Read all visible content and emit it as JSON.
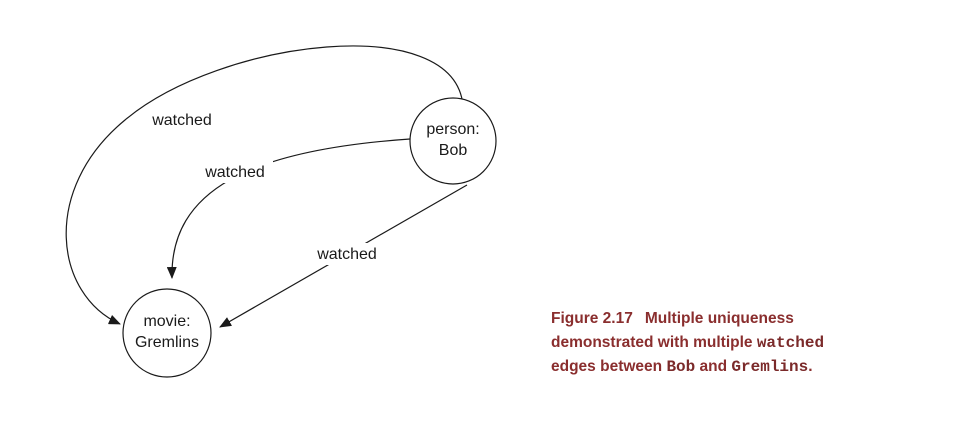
{
  "nodes": {
    "person": {
      "line1": "person:",
      "line2": "Bob"
    },
    "movie": {
      "line1": "movie:",
      "line2": "Gremlins"
    }
  },
  "edges": [
    {
      "from": "person",
      "to": "movie",
      "label": "watched"
    },
    {
      "from": "person",
      "to": "movie",
      "label": "watched"
    },
    {
      "from": "person",
      "to": "movie",
      "label": "watched"
    }
  ],
  "caption": {
    "figure_number": "Figure 2.17",
    "line1_text": "Multiple uniqueness",
    "line2_text": "demonstrated with multiple ",
    "line2_code": "watched",
    "line3_text_a": "edges between ",
    "line3_code_a": "Bob",
    "line3_text_b": " and ",
    "line3_code_b": "Gremlins",
    "line3_end": ".",
    "color": "#8a2e2e"
  }
}
